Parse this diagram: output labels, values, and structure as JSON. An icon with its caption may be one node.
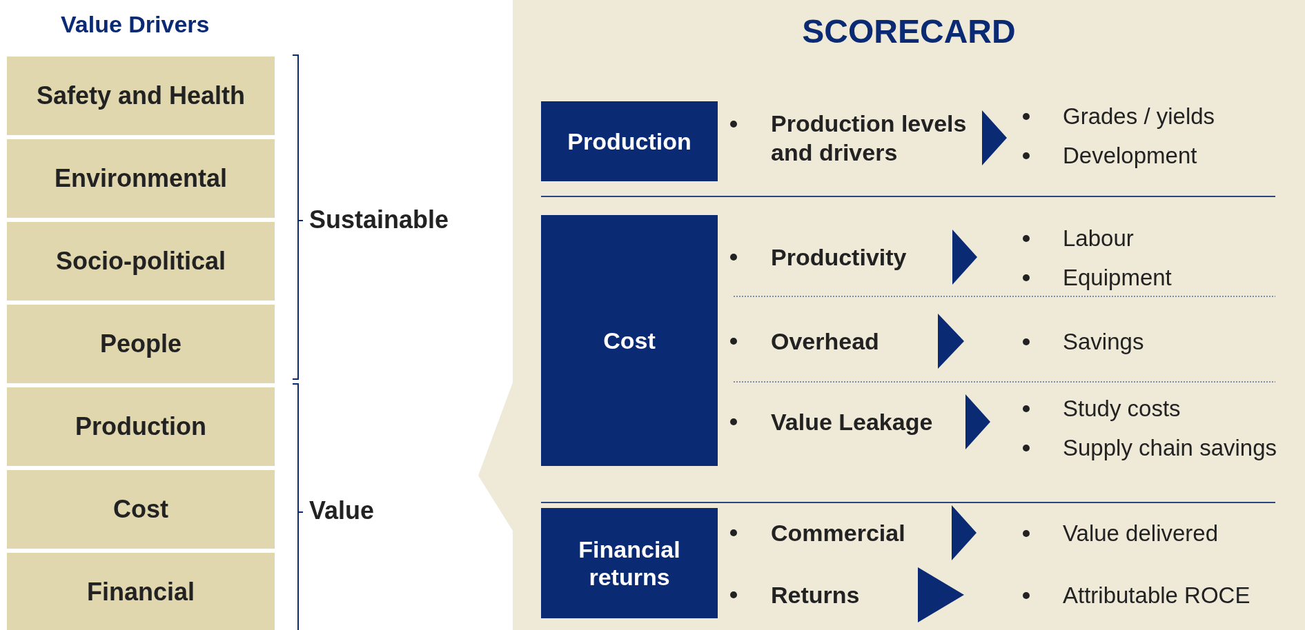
{
  "diagram": {
    "nodes": [
      {
        "text": [
          "Safety and Health"
        ]
      },
      {
        "text": [
          "Environmental"
        ]
      },
      {
        "text": [
          "Socio-political"
        ]
      },
      {
        "text": [
          "People"
        ]
      },
      {
        "text": [
          "Production"
        ]
      },
      {
        "text": [
          "Cost"
        ]
      },
      {
        "text": [
          "Financial"
        ]
      },
      {
        "text": [
          "SCORECARD"
        ]
      },
      {
        "text": [
          "Production"
        ],
        "in": 7
      },
      {
        "text": [
          "Production levels and drivers"
        ],
        "in": 7
      },
      {
        "text": [
          "Grades / yields",
          "Development"
        ],
        "in": 7
      },
      {
        "text": [
          "Cost"
        ],
        "in": 7
      },
      {
        "text": [
          "Productivity"
        ],
        "in": 7
      },
      {
        "text": [
          "Labour",
          "Equipment"
        ],
        "in": 7
      },
      {
        "text": [
          "Overhead"
        ],
        "in": 7
      },
      {
        "text": [
          "Savings"
        ],
        "in": 7
      },
      {
        "text": [
          "Value Leakage"
        ],
        "in": 7
      },
      {
        "text": [
          "Study costs",
          "Supply chain savings"
        ],
        "in": 7
      },
      {
        "text": [
          "Financial returns"
        ],
        "in": 7
      },
      {
        "text": [
          "Commercial"
        ],
        "in": 7
      },
      {
        "text": [
          "Value delivered"
        ],
        "in": 7
      },
      {
        "text": [
          "Returns"
        ],
        "in": 7
      },
      {
        "text": [
          "Attributable ROCE"
        ],
        "in": 7
      }
    ],
    "edges": [
      {
        "from": 9,
        "to": 10,
        "arrow": "to"
      },
      {
        "from": 12,
        "to": 13,
        "arrow": "to"
      },
      {
        "from": 14,
        "to": 15,
        "arrow": "to"
      },
      {
        "from": 16,
        "to": 17,
        "arrow": "to"
      },
      {
        "from": 19,
        "to": 20,
        "arrow": "to"
      },
      {
        "from": 21,
        "to": 22,
        "arrow": "to"
      }
    ],
    "labels": [
      "Value Drivers",
      "Sustainable",
      "Value"
    ]
  }
}
